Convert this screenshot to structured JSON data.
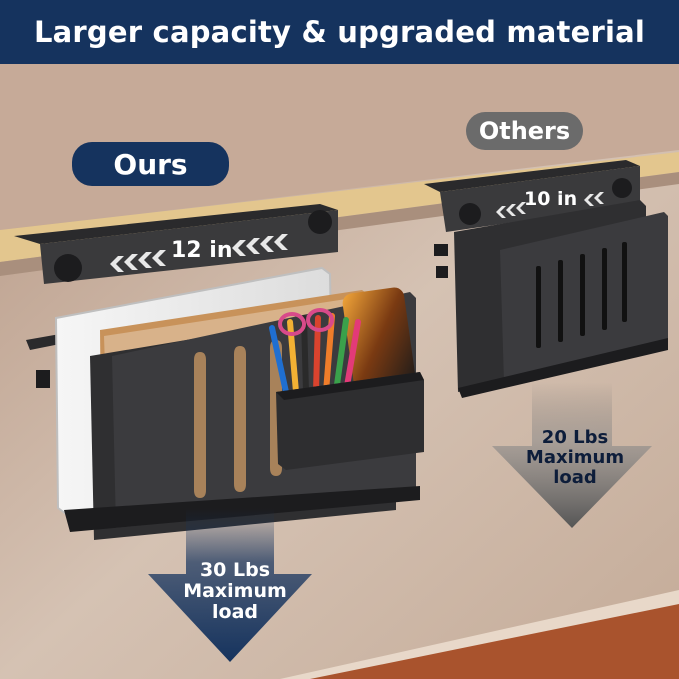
{
  "banner": {
    "title": "Larger capacity & upgraded material"
  },
  "labels": {
    "ours": "Ours",
    "others": "Others"
  },
  "ours_product": {
    "width": "12 in",
    "load_value": "30 Lbs",
    "load_word1": "Maximum",
    "load_word2": "load"
  },
  "others_product": {
    "width": "10 in",
    "load_value": "20 Lbs",
    "load_word1": "Maximum",
    "load_word2": "load"
  },
  "colors": {
    "banner": "#15335e",
    "ours_pill": "#15335e",
    "others_pill": "#6b6b6b",
    "wall": "#c9b3a2",
    "desk_edge": "#e3c68e",
    "metal": "#3a3a3c"
  }
}
